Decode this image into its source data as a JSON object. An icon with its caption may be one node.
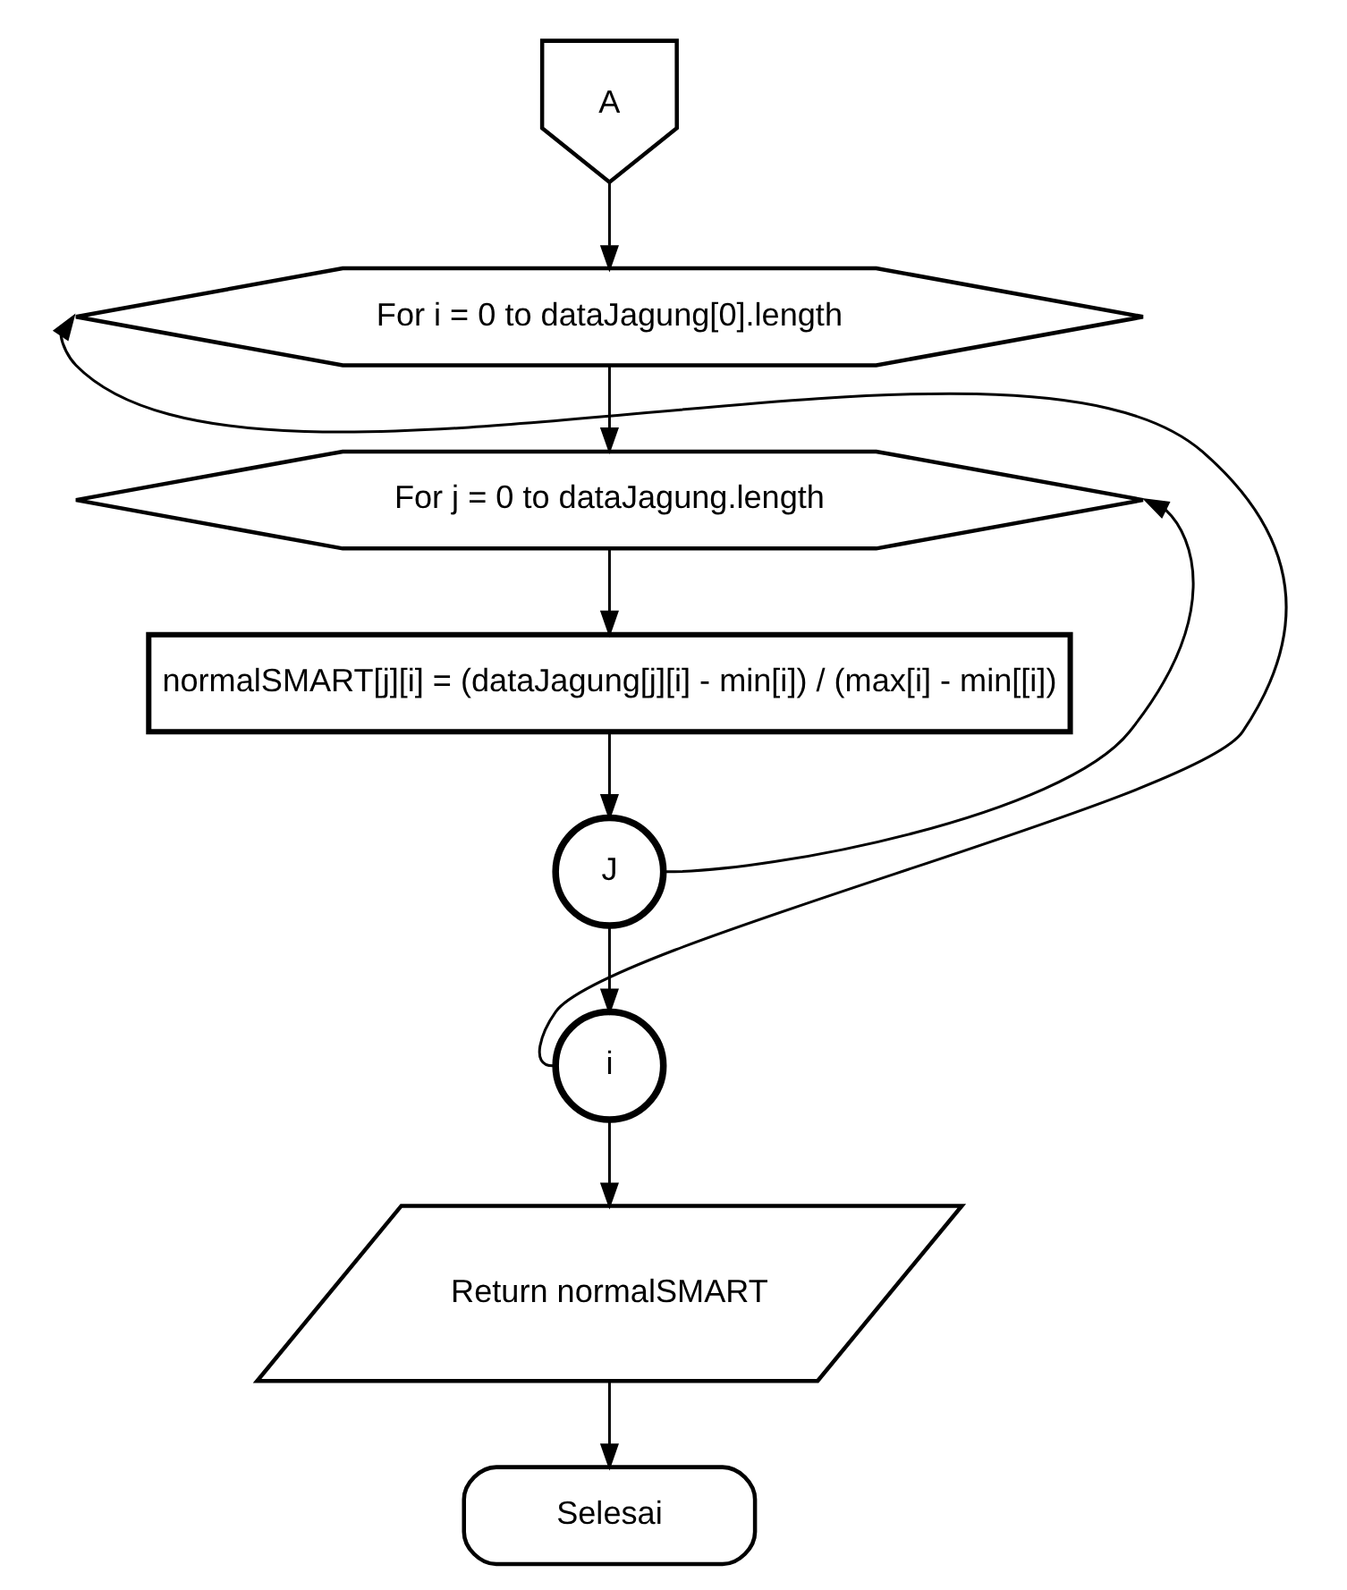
{
  "diagram": {
    "nodes": [
      {
        "text": [
          "A"
        ]
      },
      {
        "text": [
          "For i = 0 to dataJagung[0].length"
        ]
      },
      {
        "text": [
          "For j = 0 to dataJagung.length"
        ]
      },
      {
        "text": [
          "normalSMART[j][i] = (dataJagung[j][i] - min[i]) / (max[i] - min[[i])"
        ]
      },
      {
        "text": [
          "J"
        ]
      },
      {
        "text": [
          "i"
        ]
      },
      {
        "text": [
          "Return normalSMART"
        ]
      },
      {
        "text": [
          "Selesai"
        ]
      }
    ],
    "edges": [
      {
        "from": 0,
        "to": 1,
        "arrow": "to"
      },
      {
        "from": 1,
        "to": 2,
        "arrow": "to"
      },
      {
        "from": 2,
        "to": 3,
        "arrow": "to"
      },
      {
        "from": 3,
        "to": 4,
        "arrow": "to"
      },
      {
        "from": 4,
        "to": 2,
        "arrow": "to"
      },
      {
        "from": 4,
        "to": 5,
        "arrow": "to"
      },
      {
        "from": 5,
        "to": 1,
        "arrow": "to"
      },
      {
        "from": 5,
        "to": 6,
        "arrow": "to"
      },
      {
        "from": 6,
        "to": 7,
        "arrow": "to"
      }
    ]
  }
}
